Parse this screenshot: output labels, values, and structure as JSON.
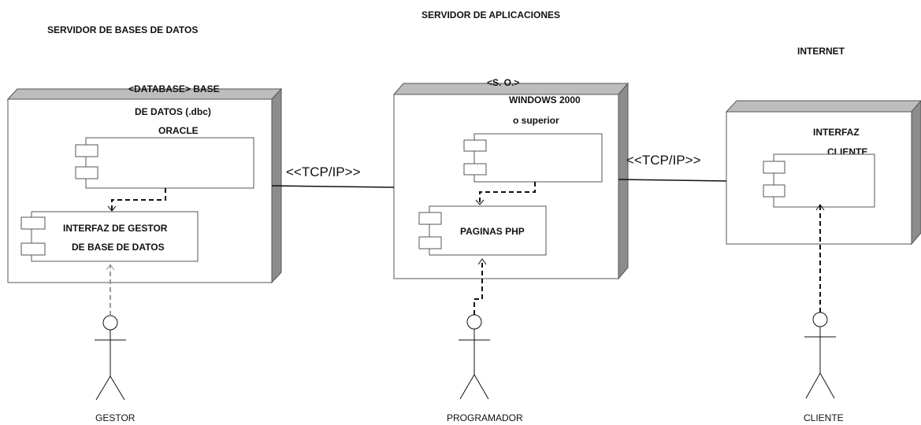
{
  "headings": {
    "db_server": "SERVIDOR DE BASES DE DATOS",
    "app_server": "SERVIDOR DE APLICACIONES",
    "internet": "INTERNET"
  },
  "nodes": {
    "db": {
      "stereotype_line1": "<DATABASE> BASE",
      "stereotype_line2": "DE DATOS (.dbc)",
      "name": "ORACLE",
      "component_line1": "INTERFAZ DE GESTOR",
      "component_line2": "DE BASE DE DATOS"
    },
    "app": {
      "stereotype": "<S. O.>",
      "os_line1": "WINDOWS 2000",
      "os_line2": "o superior",
      "component": "PAGINAS PHP"
    },
    "client": {
      "line1": "INTERFAZ",
      "line2": "CLIENTE"
    }
  },
  "links": {
    "db_app": "<<TCP/IP>>",
    "app_client": "<<TCP/IP>>"
  },
  "actors": {
    "gestor": "GESTOR",
    "programador": "PROGRAMADOR",
    "cliente": "CLIENTE"
  }
}
